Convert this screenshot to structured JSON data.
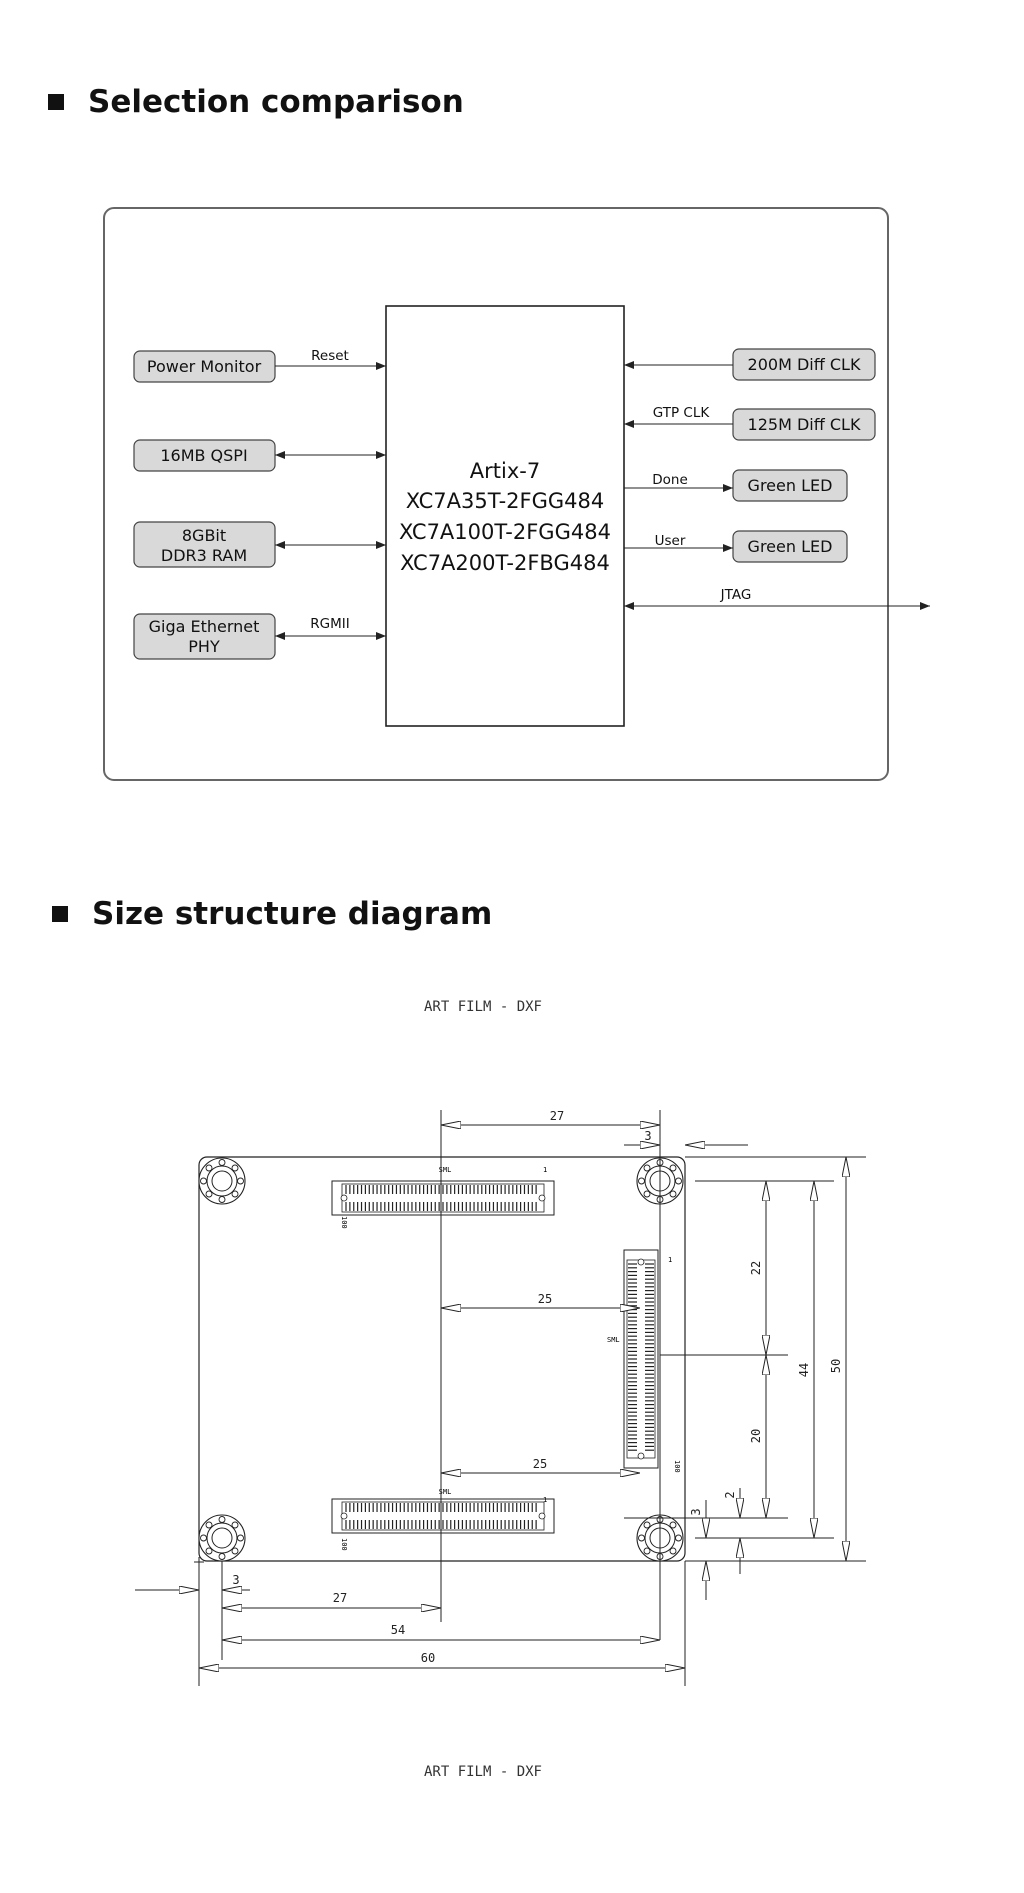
{
  "sections": {
    "selection": {
      "title": "Selection comparison"
    },
    "size": {
      "title": "Size structure diagram"
    }
  },
  "block_diagram": {
    "fpga": {
      "line1": "Artix-7",
      "line2": "XC7A35T-2FGG484",
      "line3": "XC7A100T-2FGG484",
      "line4": "XC7A200T-2FBG484"
    },
    "left_blocks": {
      "power_monitor": "Power Monitor",
      "qspi": "16MB QSPI",
      "ddr_line1": "8GBit",
      "ddr_line2": "DDR3 RAM",
      "eth_line1": "Giga Ethernet",
      "eth_line2": "PHY"
    },
    "right_blocks": {
      "clk200": "200M Diff CLK",
      "clk125": "125M Diff CLK",
      "led_done": "Green LED",
      "led_user": "Green LED"
    },
    "signals": {
      "reset": "Reset",
      "rgmii": "RGMII",
      "gtp_clk": "GTP CLK",
      "done": "Done",
      "user": "User",
      "jtag": "JTAG"
    }
  },
  "dimension_drawing": {
    "caption_top": "ART FILM - DXF",
    "caption_bottom": "ART FILM - DXF",
    "dims": {
      "d27_top": "27",
      "d3_top": "3",
      "d25_upper": "25",
      "d25_lower": "25",
      "d3_left": "3",
      "d27_bottom": "27",
      "d54": "54",
      "d60": "60",
      "d22": "22",
      "d20": "20",
      "d44": "44",
      "d50": "50",
      "d3_right": "3",
      "d2_right": "2"
    },
    "connector_labels": {
      "top_smt": "SML",
      "top_left_num": "100",
      "top_right_num": "1",
      "right_smt": "SML",
      "right_top_num": "1",
      "right_bot_num": "100",
      "bottom_smt": "SML",
      "bottom_left_num": "100",
      "bottom_right_num": "1"
    }
  }
}
